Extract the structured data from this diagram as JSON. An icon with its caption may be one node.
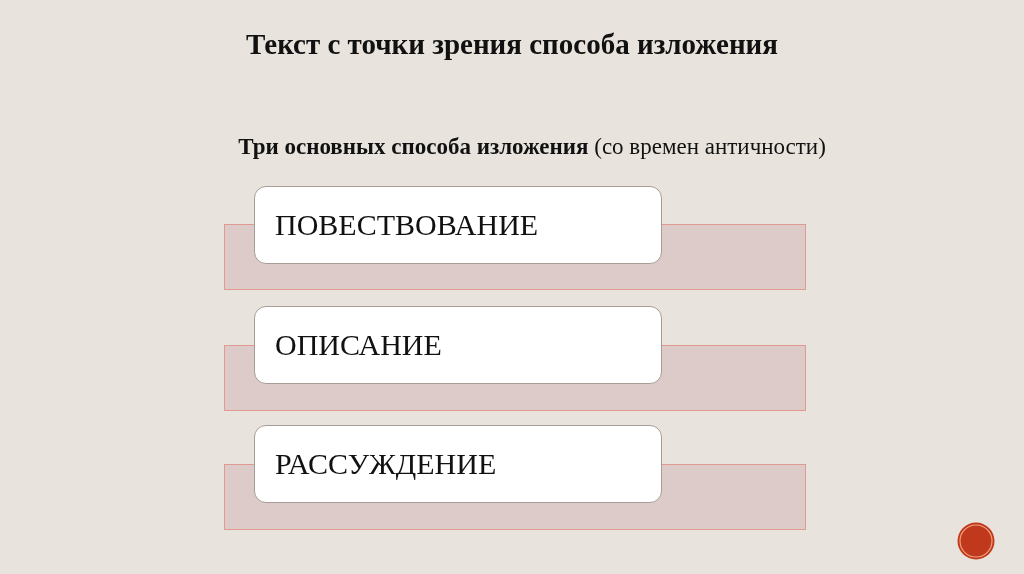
{
  "diagram": {
    "title": "Текст с точки зрения способа изложения",
    "nodes": [
      {
        "text": [
          "ПОВЕСТВОВАНИЕ"
        ]
      },
      {
        "text": [
          "ОПИСАНИЕ"
        ]
      },
      {
        "text": [
          "РАССУЖДЕНИЕ"
        ]
      }
    ],
    "labels": [
      "**Три основных способа изложения** (со времен античности)"
    ]
  }
}
